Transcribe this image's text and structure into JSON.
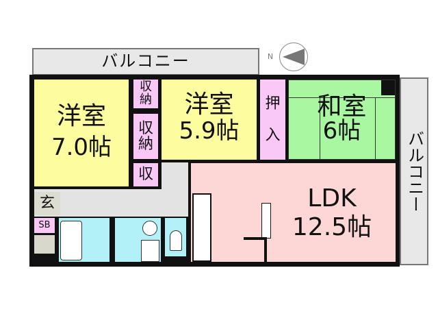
{
  "balcony_top": {
    "label": "バルコニー"
  },
  "balcony_right": {
    "label": "バルコニー"
  },
  "compass": {
    "label": "N"
  },
  "rooms": {
    "western1": {
      "name": "洋室",
      "size": "7.0帖"
    },
    "western2": {
      "name": "洋室",
      "size": "5.9帖"
    },
    "japanese": {
      "name": "和室",
      "size": "6帖"
    },
    "ldk": {
      "name": "LDK",
      "size": "12.5帖"
    },
    "storage1": "収\n納",
    "storage2": "収\n納",
    "storage3": "収",
    "closet": "押\n\n入",
    "entrance": "玄",
    "shoebox": "SB"
  },
  "colors": {
    "western": "#fdfc9e",
    "storage": "#f9c8f7",
    "japanese": "#a9f8a1",
    "ldk": "#fdd6d6",
    "wet": "#b2f1f7",
    "hall": "#e3e3e3"
  }
}
